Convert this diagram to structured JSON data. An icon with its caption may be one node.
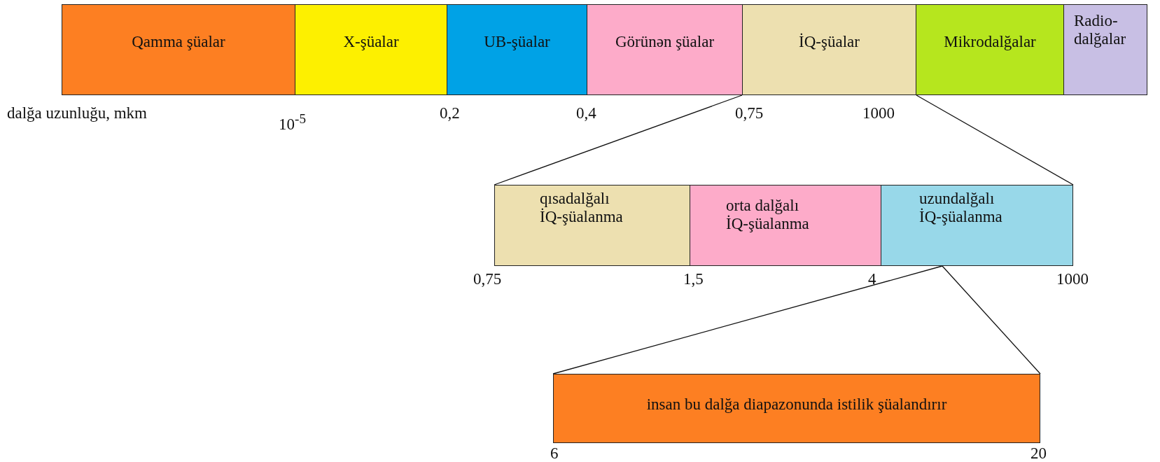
{
  "diagram": {
    "nodes": [
      {
        "text": [
          "Qamma şüalar"
        ]
      },
      {
        "text": [
          "X-şüalar"
        ]
      },
      {
        "text": [
          "UB-şüalar"
        ]
      },
      {
        "text": [
          "Görünən şüalar"
        ]
      },
      {
        "text": [
          "İQ-şüalar"
        ]
      },
      {
        "text": [
          "Mikrodalğalar"
        ]
      },
      {
        "text": [
          "Radio-dalğalar"
        ]
      },
      {
        "text": [
          "qısadalğalı İQ-şüalanma"
        ]
      },
      {
        "text": [
          "orta dalğalı İQ-şüalanma"
        ]
      },
      {
        "text": [
          "uzundalğalı İQ-şüalanma"
        ]
      },
      {
        "text": [
          "insan bu dalğa diapazonunda istilik şüalandırır"
        ]
      }
    ],
    "edges": [
      {
        "from": 4,
        "to": 7,
        "arrow": "none"
      },
      {
        "from": 4,
        "to": 9,
        "arrow": "none"
      },
      {
        "from": 9,
        "to": 10,
        "arrow": "none"
      },
      {
        "from": 9,
        "to": 10,
        "arrow": "none"
      }
    ],
    "labels": [
      "dalğa uzunluğu, mkm",
      "10$^{-5}$",
      "0,2",
      "0,4",
      "0,75",
      "1000",
      "0,75",
      "1,5",
      "4",
      "1000",
      "6",
      "20"
    ]
  }
}
